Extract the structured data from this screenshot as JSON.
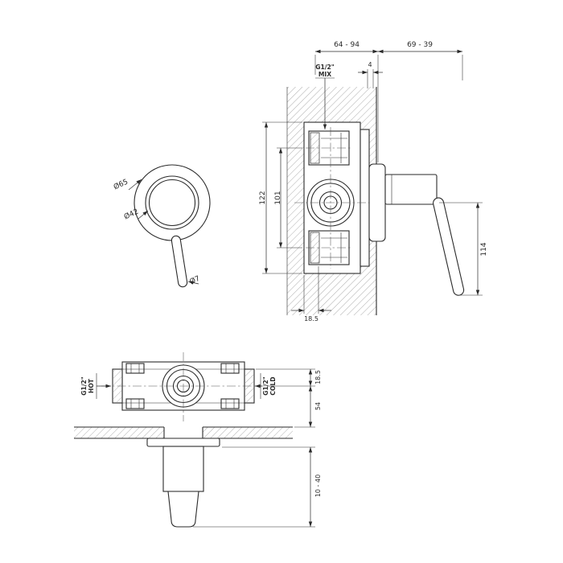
{
  "front_view": {
    "dia_outer": "Ø65",
    "dia_inner": "Ø42",
    "dia_lever": "Ø7"
  },
  "side_view": {
    "dim_depth_range": "64 - 94",
    "dim_handle_range": "69 - 39",
    "mix_line1": "G1/2\"",
    "mix_line2": "MIX",
    "dim_plate_offset": "4",
    "dim_body": "122",
    "dim_ports": "101",
    "dim_bottom_offset": "18.5",
    "dim_lever": "114"
  },
  "plan_view": {
    "hot_line1": "G1/2\"",
    "hot_line2": "HOT",
    "cold_line1": "G1/2\"",
    "cold_line2": "COLD",
    "dim_port_offset": "18.5",
    "dim_wall": "54",
    "dim_protrusion_range": "10 - 40"
  },
  "colors": {
    "line": "#2a2a2a",
    "hatch": "#9a9a9a",
    "background": "#ffffff"
  }
}
